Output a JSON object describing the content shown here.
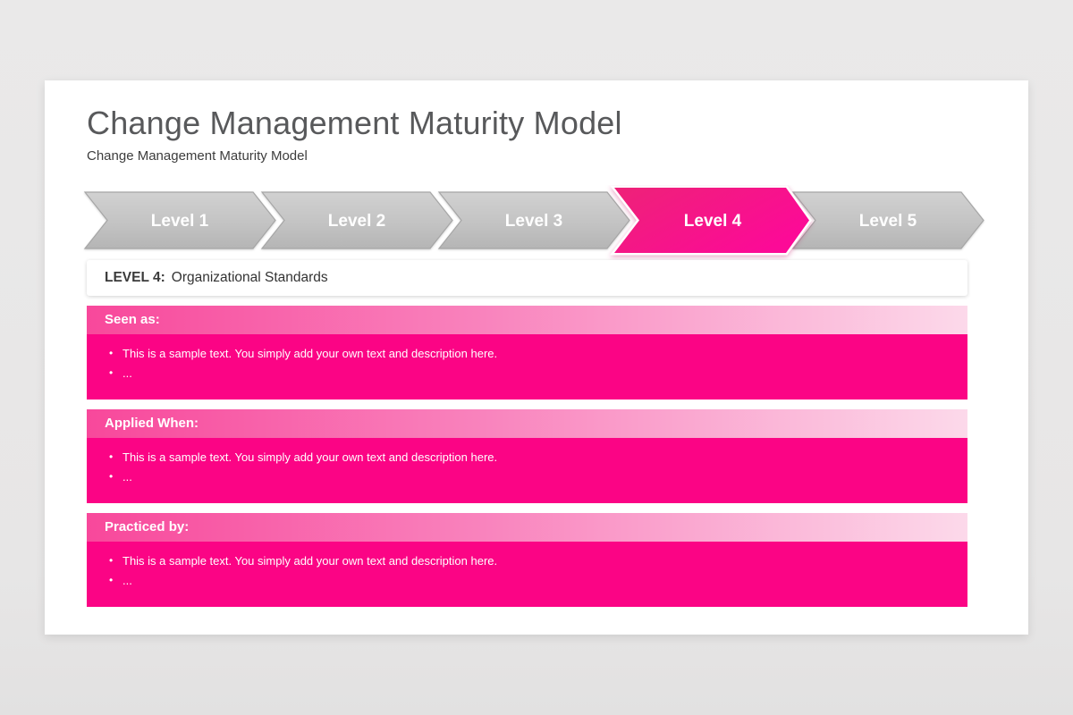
{
  "page": {
    "title": "Change Management Maturity Model",
    "subtitle": "Change Management Maturity Model"
  },
  "levels": [
    {
      "label": "Level 1",
      "active": false
    },
    {
      "label": "Level 2",
      "active": false
    },
    {
      "label": "Level 3",
      "active": false
    },
    {
      "label": "Level 4",
      "active": true
    },
    {
      "label": "Level 5",
      "active": false
    }
  ],
  "detail": {
    "level_prefix": "LEVEL 4:",
    "level_title": "Organizational Standards",
    "sections": [
      {
        "heading": "Seen as:",
        "bullets": [
          "This is a sample text. You simply add your own text and description here.",
          "..."
        ]
      },
      {
        "heading": "Applied When:",
        "bullets": [
          "This is a sample text. You simply add your own text and description here.",
          "..."
        ]
      },
      {
        "heading": "Practiced by:",
        "bullets": [
          "This is a sample text. You simply add your own text and description here.",
          "..."
        ]
      }
    ]
  },
  "colors": {
    "accent_pink": "#fb0485",
    "active_chevron_start": "#ee2278",
    "active_chevron_end": "#fc0a97",
    "header_gradient_start": "#f8489b",
    "header_gradient_end": "#fcd9ea",
    "inactive_chevron": "#c2c2c2",
    "title_gray": "#58595b",
    "background_gray": "#e9e8e8"
  }
}
